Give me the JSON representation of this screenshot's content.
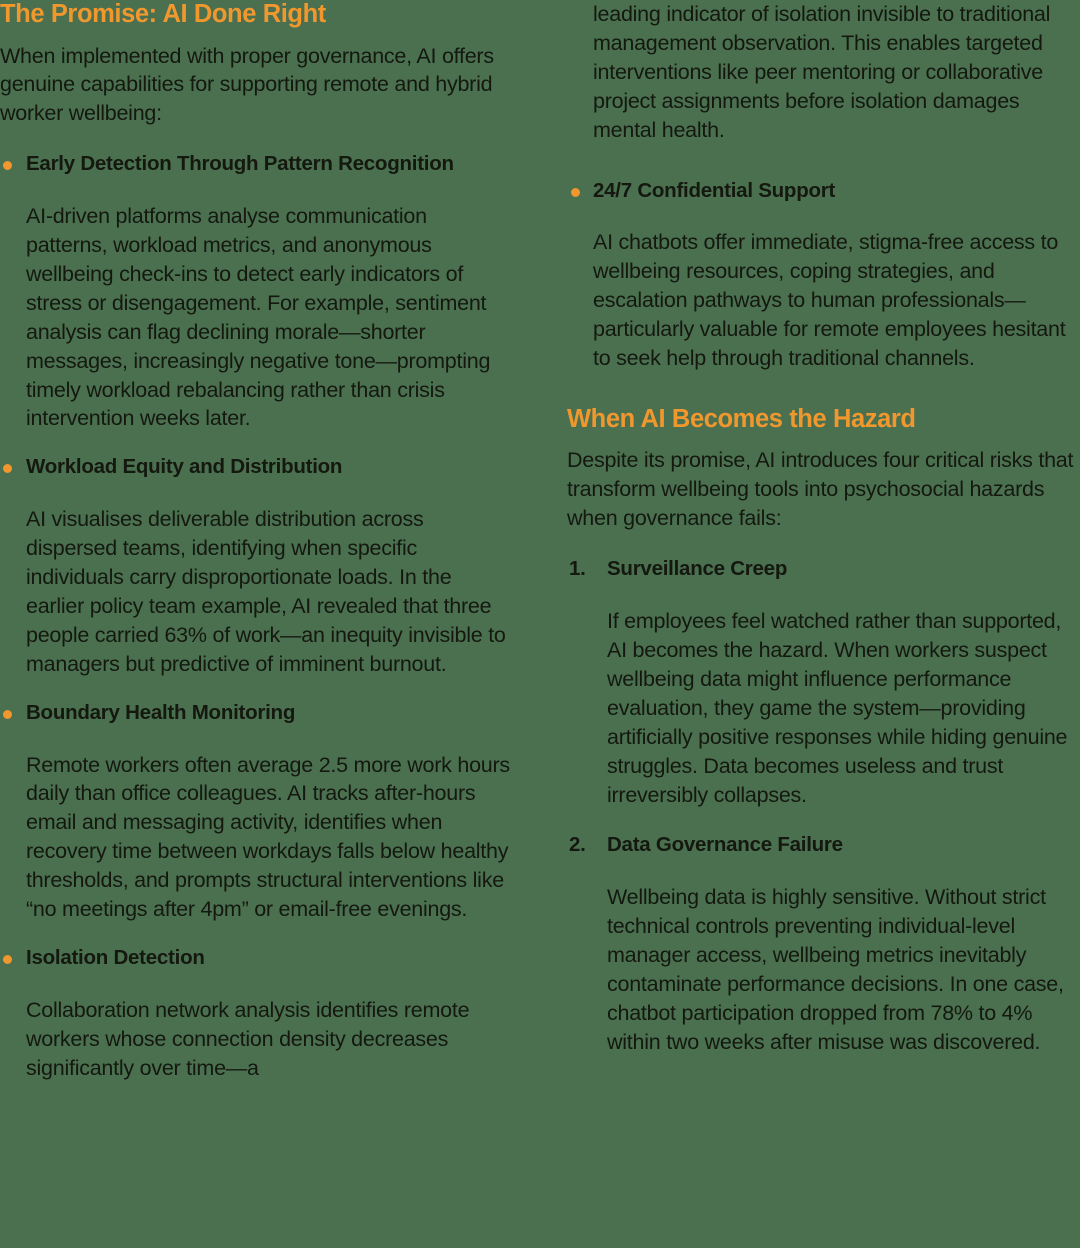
{
  "theme": {
    "background": "#4a7050",
    "accent": "#f0972e",
    "text": "#14180f"
  },
  "left_column": {
    "heading": "The Promise: AI Done Right",
    "intro": "When implemented with proper governance, AI offers genuine capabilities for supporting remote and hybrid worker wellbeing:",
    "bullets": [
      {
        "title": "Early Detection Through Pattern Recognition",
        "body": "AI-driven platforms analyse communication patterns, workload metrics, and anonymous wellbeing check-ins to detect early indicators of stress or disengagement. For example, sentiment analysis can flag declining morale—shorter messages, increasingly negative tone—prompting timely workload rebalancing rather than crisis intervention weeks later."
      },
      {
        "title": "Workload Equity and Distribution",
        "body": "AI visualises deliverable distribution across dispersed teams, identifying when specific individuals carry disproportionate loads. In the earlier policy team example, AI revealed that three people carried 63% of work—an inequity invisible to managers but predictive of imminent burnout."
      },
      {
        "title": "Boundary Health Monitoring",
        "body": "Remote workers often average 2.5 more work hours daily than office colleagues. AI tracks after-hours email and messaging activity, identifies when recovery time between workdays falls below healthy thresholds, and prompts structural interventions like “no meetings after 4pm” or email-free evenings."
      },
      {
        "title": "Isolation Detection",
        "body": "Collaboration network analysis identifies remote workers whose connection density decreases significantly over time—a"
      }
    ]
  },
  "right_column": {
    "continuation": "leading indicator of isolation invisible to traditional management observation. This enables targeted interventions like peer mentoring or collaborative project assignments before isolation damages mental health.",
    "bullets": [
      {
        "title": "24/7 Confidential Support",
        "body": "AI chatbots offer immediate, stigma-free access to wellbeing resources, coping strategies, and escalation pathways to human professionals—particularly valuable for remote employees hesitant to seek help through traditional channels."
      }
    ],
    "heading": "When AI Becomes the Hazard",
    "intro": "Despite its promise, AI introduces four critical risks that transform wellbeing tools into psychosocial hazards when governance fails:",
    "numbered": [
      {
        "marker": "1.",
        "title": "Surveillance Creep",
        "body": "If employees feel watched rather than supported, AI becomes the hazard. When workers suspect wellbeing data might influence performance evaluation, they game the system—providing artificially positive responses while hiding genuine struggles. Data becomes useless and trust irreversibly collapses."
      },
      {
        "marker": "2.",
        "title": "Data Governance Failure",
        "body": "Wellbeing data is highly sensitive. Without strict technical controls preventing individual-level manager access, wellbeing metrics inevitably contaminate performance decisions. In one case, chatbot participation dropped from 78% to 4% within two weeks after misuse was discovered."
      }
    ]
  }
}
